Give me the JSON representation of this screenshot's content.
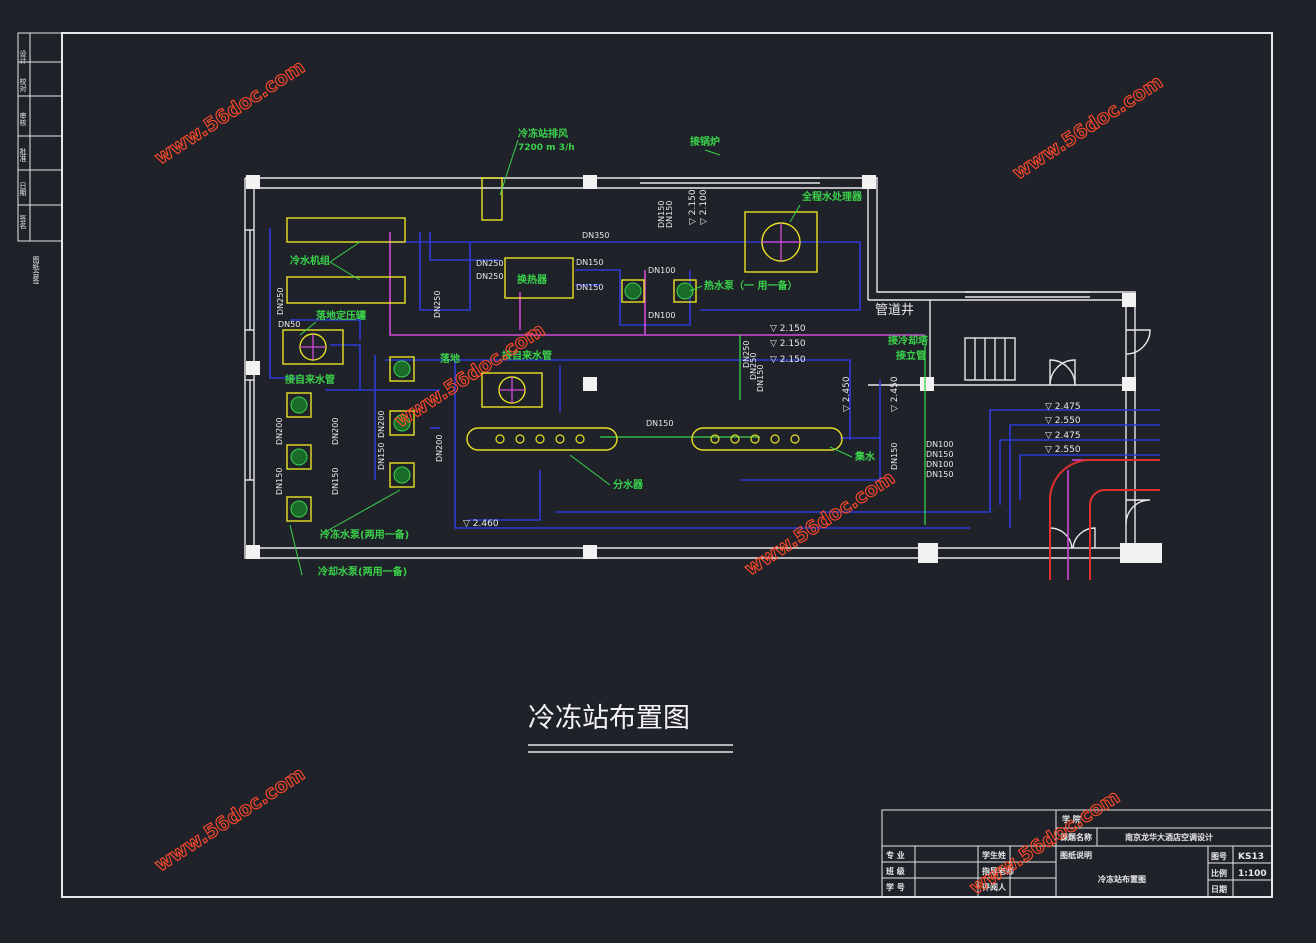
{
  "drawing_title": "冷冻站布置图",
  "watermark": "www.56doc.com",
  "colors": {
    "background": "#1f2229",
    "frame": "#e8e8e8",
    "equipment": "#e8e024",
    "pipe_blue": "#2f3bd6",
    "pipe_magenta": "#d24ad8",
    "pipe_green": "#3ad24a",
    "label": "#3ad24a",
    "watermark": "#ff4a2a",
    "cyan": "#27d8e0"
  },
  "labels": {
    "exhaust": "冷冻站排风",
    "exhaust_flow": "7200 m 3/h",
    "boiler": "接锅炉",
    "softener": "全程水处理器",
    "chiller": "冷水机组",
    "heat_exchanger": "换热器",
    "hot_pump": "热水泵（一 用一备）",
    "pressure_tank": "落地定压罐",
    "water_supply_1": "接自来水管",
    "water_supply_2": "接自来水管",
    "pressure_tank_2": "落地",
    "cooling_tower": "接冷却塔",
    "riser": "接立管",
    "pipe_shaft": "管道井",
    "chilled_pump": "冷冻水泵(两用一备)",
    "cooling_pump": "冷却水泵(两用一备)",
    "distributor": "分水器",
    "collector": "集水"
  },
  "pipe_sizes": {
    "dn350": "DN350",
    "dn250_a": "DN250",
    "dn250_b": "DN250",
    "dn150_a": "DN150",
    "dn150_b": "DN150",
    "dn100_a": "DN100",
    "dn100_b": "DN100",
    "dn250_v": "DN250",
    "dn250_v2": "DN250",
    "dn50": "DN50",
    "dn200_a": "DN200",
    "dn200_b": "DN200",
    "dn150_c": "DN150",
    "dn150_d": "DN150",
    "dn150_e": "DN150",
    "dn200_c": "DN200",
    "dn200_d": "DN200",
    "dn150_mid": "DN150",
    "dn150_right": "DN150",
    "dn_stack": [
      "DN100",
      "DN150",
      "DN100",
      "DN150"
    ],
    "dn_mid_stack": [
      "DN250",
      "DN250",
      "DN150"
    ],
    "dn_boiler": [
      "DN150",
      "DN150"
    ]
  },
  "elevations": {
    "e1": "▽ 2.150",
    "e2": "▽ 2.150",
    "e3": "▽ 2.150",
    "e4": "▽ 2.450",
    "e5": "▽ 2.450",
    "e6": "▽ 2.460",
    "e7": "▽ 2.475",
    "e8": "▽ 2.550",
    "e9": "▽ 2.475",
    "e10": "▽ 2.550",
    "boiler_a": "▽ 2.150",
    "boiler_b": "▽ 2.100"
  },
  "title_block": {
    "school": "学  院",
    "project_label": "课题名称",
    "project_value": "南京龙华大酒店空调设计",
    "major": "专  业",
    "class": "班  级",
    "student_id": "学  号",
    "student": "学生姓",
    "teacher": "指导老师",
    "reviewer": "评阅人",
    "drawing_desc": "图纸说明",
    "drawing_name": "冷冻站布置图",
    "drawing_no_label": "图号",
    "drawing_no": "KS13",
    "scale_label": "比例",
    "scale": "1:100",
    "date_label": "日期"
  },
  "left_strip": {
    "cells": [
      "设计",
      "校对",
      "审核",
      "批准",
      "日期",
      "签名"
    ],
    "sheet_note": "图纸会签"
  }
}
